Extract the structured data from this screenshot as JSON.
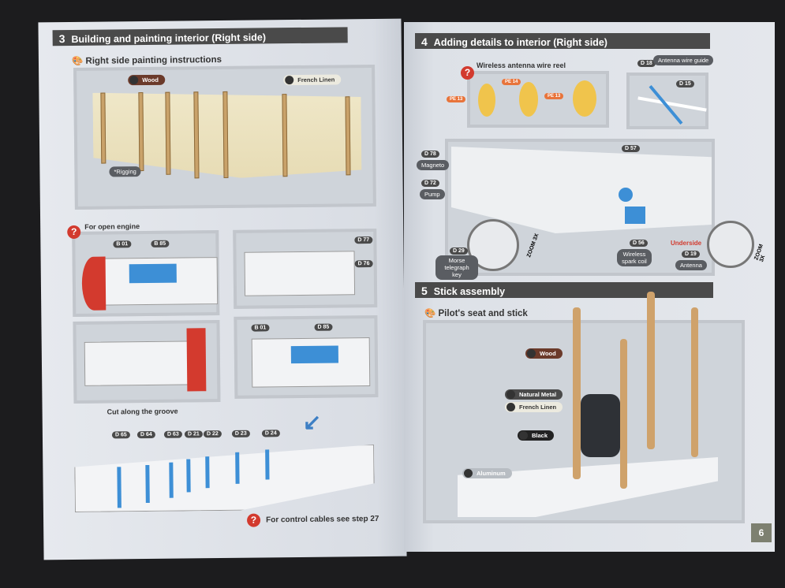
{
  "left_page": {
    "step3": {
      "number": "3",
      "title": "Building and painting interior (Right side)"
    },
    "painting_title": "Right side painting instructions",
    "paints": [
      "Wood",
      "French Linen"
    ],
    "rigging_label": "*Rigging",
    "open_engine_title": "For open engine",
    "parts": {
      "b01": "B 01",
      "b85": "B 85",
      "d77": "D 77",
      "d76": "D 76",
      "b01b": "B 01",
      "d85": "D 85"
    },
    "cut_note": "Cut along the groove",
    "frames": [
      "D 65",
      "D 64",
      "D 63",
      "D 21",
      "D 22",
      "D 23",
      "D 24"
    ],
    "control_note": "For control cables see step 27"
  },
  "right_page": {
    "step4": {
      "number": "4",
      "title": "Adding details to interior (Right side)"
    },
    "reel_title": "Wireless antenna wire reel",
    "pe": [
      "PE 13",
      "PE 14",
      "PE 13"
    ],
    "d18": "D 18",
    "antenna_guide": "Antenna wire guide",
    "d15": "D 15",
    "d78": "D 78",
    "magneto": "Magneto",
    "d72": "D 72",
    "pump": "Pump",
    "d57": "D 57",
    "d29": "D 29",
    "morse": "Morse telegraph key",
    "zoom": "ZOOM 3X",
    "d56": "D 56",
    "spark_coil": "Wireless spark coil",
    "underside": "Underside",
    "d19": "D 19",
    "antenna": "Antenna",
    "step5": {
      "number": "5",
      "title": "Stick assembly"
    },
    "seat_title": "Pilot's seat and stick",
    "seat_paints": [
      "Wood",
      "Natural Metal",
      "French Linen",
      "Black",
      "Aluminum"
    ],
    "page_number": "6"
  },
  "colors": {
    "header": "#4a4a4a",
    "accent_blue": "#3d8fd6",
    "question_red": "#d23a2e",
    "wood": "#6b3a2a"
  }
}
